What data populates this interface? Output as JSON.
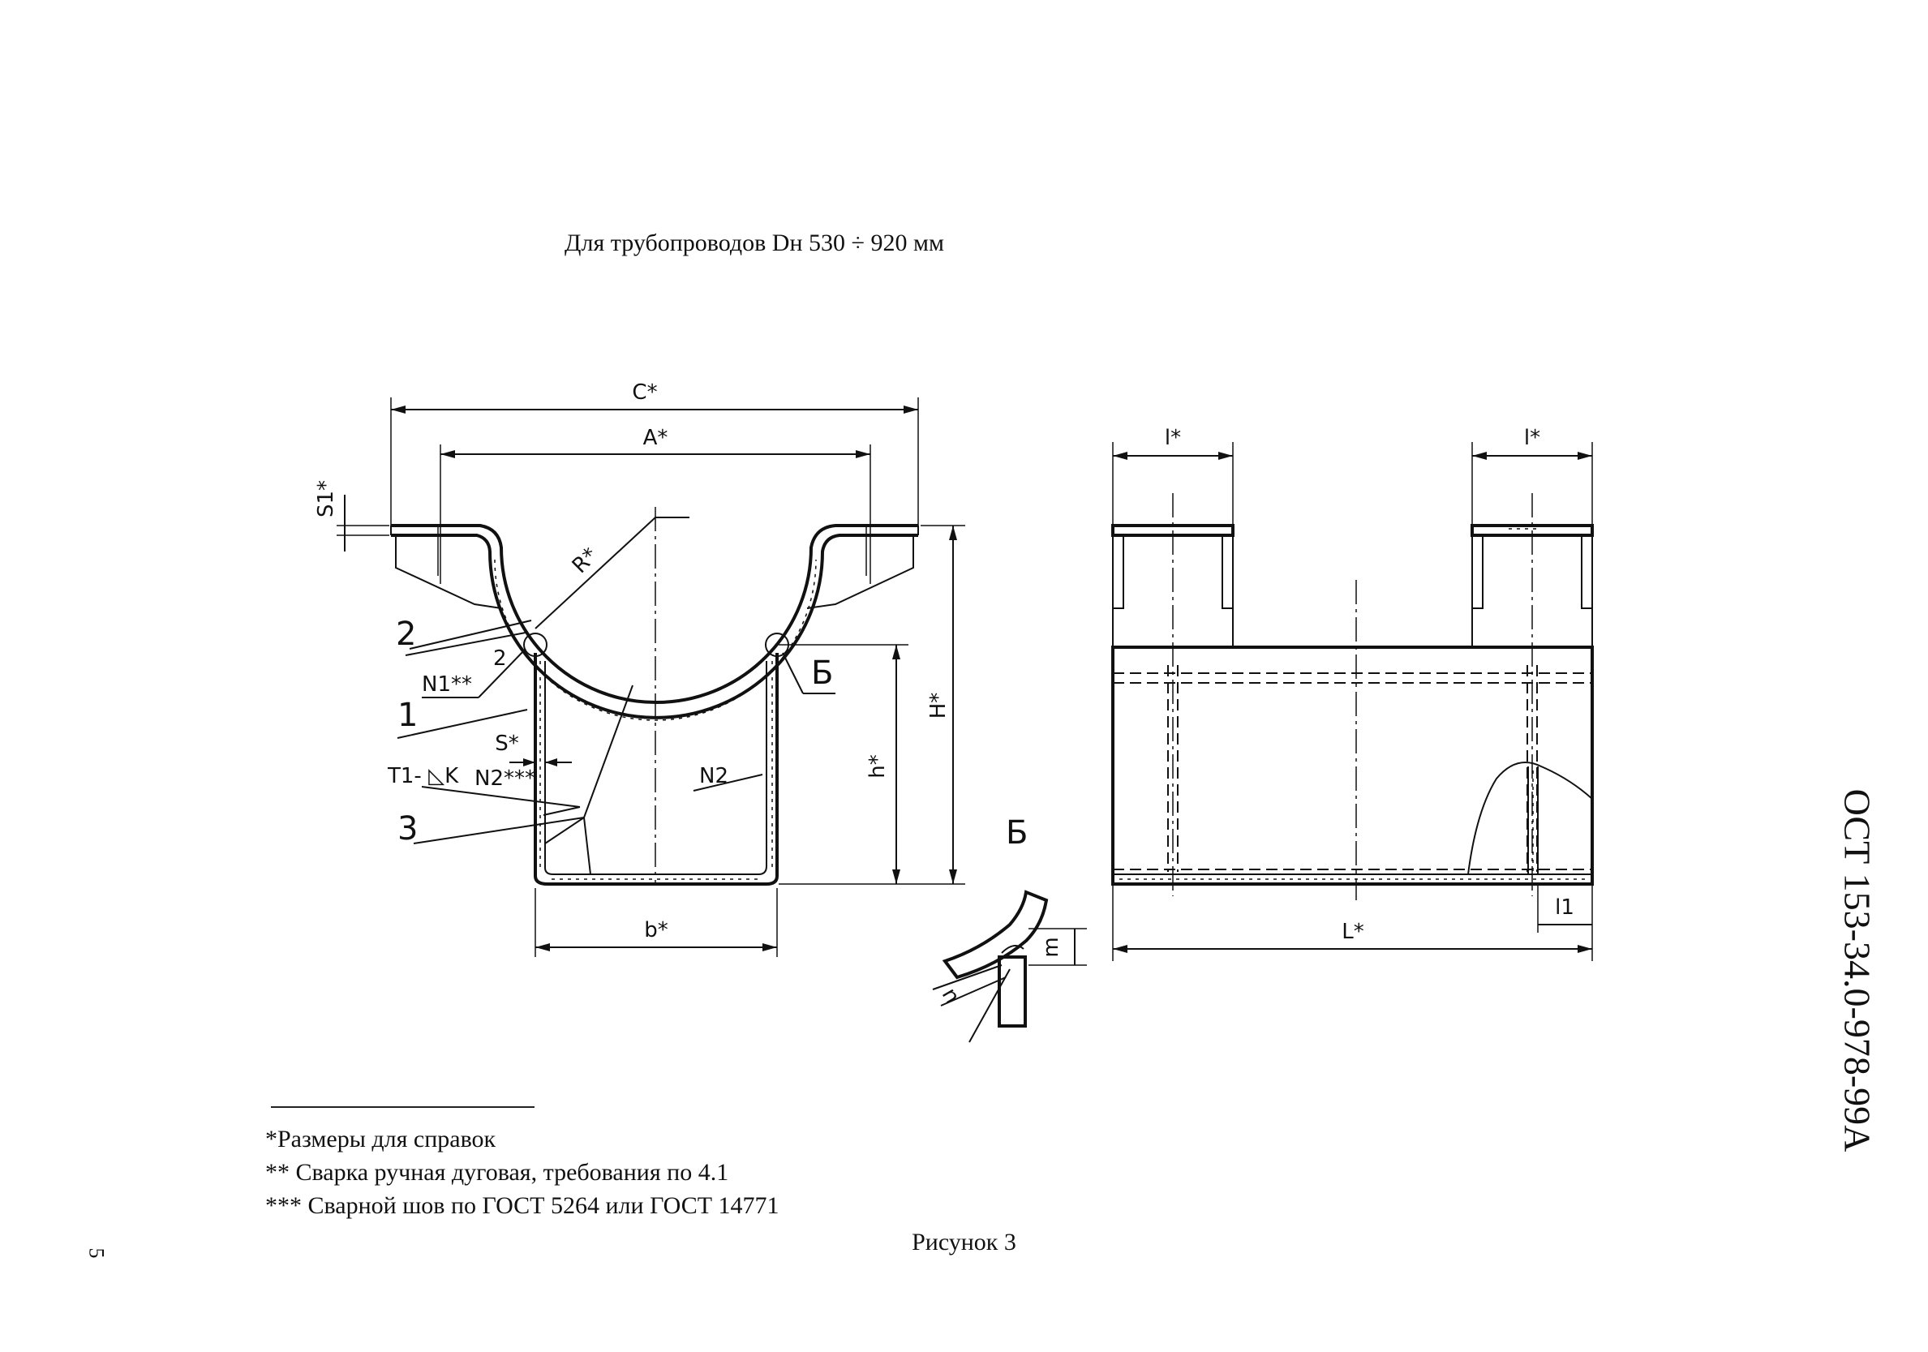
{
  "header": {
    "title": "Для трубопроводов Dн 530 ÷ 920 мм"
  },
  "front_view": {
    "dims": {
      "C": "C*",
      "A": "A*",
      "S1": "S1*",
      "R": "R*",
      "H": "H*",
      "h": "h*",
      "S": "S*",
      "b": "b*"
    },
    "callouts": {
      "item2": "2",
      "item1": "1",
      "item3": "3",
      "n1": "N1**",
      "n1_sub": "2",
      "n2": "N2",
      "weld": "T1- ◺K",
      "n2weld": "N2***",
      "detail": "Б"
    }
  },
  "side_view": {
    "dims": {
      "l_left": "l*",
      "l_right": "l*",
      "L": "L*",
      "l1": "l1"
    }
  },
  "detail_b": {
    "title": "Б",
    "dims": {
      "m": "m",
      "n": "n"
    }
  },
  "footnotes": [
    "*Размеры для справок",
    "** Сварка ручная дуговая, требования по 4.1",
    "*** Сварной шов по ГОСТ 5264 или ГОСТ 14771"
  ],
  "caption": "Рисунок 3",
  "page_number": "5",
  "doc_code": "ОСТ 153-34.0-978-99А"
}
